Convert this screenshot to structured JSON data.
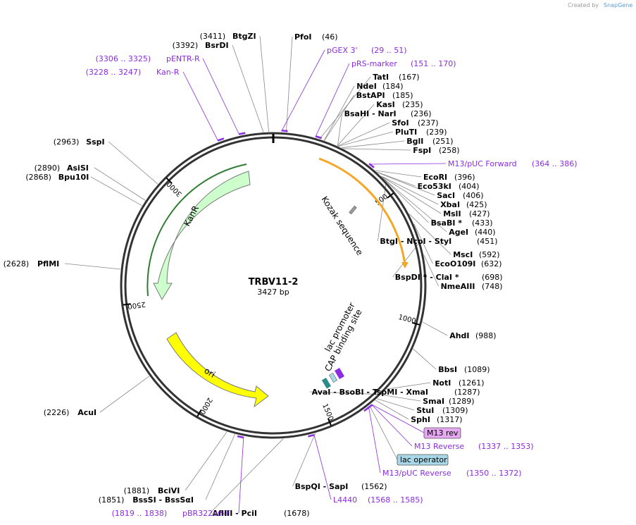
{
  "credit": {
    "prefix": "Created by",
    "brand": "SnapGene"
  },
  "plasmid": {
    "name": "TRBV11-2",
    "size": "3427 bp",
    "length": 3427
  },
  "ticks": [
    "500",
    "1000",
    "1500",
    "2000",
    "2500",
    "3000"
  ],
  "features": [
    {
      "name": "Kozak sequence",
      "color": "#9a9a9a"
    },
    {
      "name": "KanR",
      "color": "#ccffcc"
    },
    {
      "name": "ori",
      "color": "#ffff00"
    },
    {
      "name": "CAP binding site",
      "color": "#2c8c8c"
    },
    {
      "name": "lac promoter",
      "color": "#8b2be2"
    },
    {
      "name": "lac operator",
      "color": "#a8d8e8"
    }
  ],
  "insert": {
    "color": "#f5a623"
  },
  "sites": [
    {
      "pos": "(46)",
      "name": "PfoI"
    },
    {
      "pos": "(167)",
      "name": "TatI"
    },
    {
      "pos": "(184)",
      "name": "NdeI"
    },
    {
      "pos": "(185)",
      "name": "BstAPI"
    },
    {
      "pos": "(235)",
      "name": "KasI"
    },
    {
      "pos": "(236)",
      "name": "BsaHI - NarI"
    },
    {
      "pos": "(237)",
      "name": "SfoI"
    },
    {
      "pos": "(239)",
      "name": "PluTI"
    },
    {
      "pos": "(251)",
      "name": "BglI"
    },
    {
      "pos": "(258)",
      "name": "FspI"
    },
    {
      "pos": "(396)",
      "name": "EcoRI"
    },
    {
      "pos": "(404)",
      "name": "Eco53kI"
    },
    {
      "pos": "(406)",
      "name": "SacI"
    },
    {
      "pos": "(425)",
      "name": "XbaI"
    },
    {
      "pos": "(427)",
      "name": "MslI"
    },
    {
      "pos": "(433)",
      "name": "BsaBI *"
    },
    {
      "pos": "(440)",
      "name": "AgeI"
    },
    {
      "pos": "(451)",
      "name": "BtgI - NcoI - StyI"
    },
    {
      "pos": "(592)",
      "name": "MscI"
    },
    {
      "pos": "(632)",
      "name": "EcoO109I"
    },
    {
      "pos": "(698)",
      "name": "BspDI * - ClaI *"
    },
    {
      "pos": "(748)",
      "name": "NmeAIII"
    },
    {
      "pos": "(988)",
      "name": "AhdI"
    },
    {
      "pos": "(1089)",
      "name": "BbsI"
    },
    {
      "pos": "(1261)",
      "name": "NotI"
    },
    {
      "pos": "(1287)",
      "name": "AvaI - BsoBI - TspMI - XmaI"
    },
    {
      "pos": "(1289)",
      "name": "SmaI"
    },
    {
      "pos": "(1309)",
      "name": "StuI"
    },
    {
      "pos": "(1317)",
      "name": "SphI"
    },
    {
      "pos": "(1562)",
      "name": "BspQI - SapI"
    },
    {
      "pos": "(1678)",
      "name": "AflIII - PciI"
    },
    {
      "pos": "(1851)",
      "name": "BssSI - BssSαI"
    },
    {
      "pos": "(1881)",
      "name": "BciVI"
    },
    {
      "pos": "(2226)",
      "name": "AcuI"
    },
    {
      "pos": "(2628)",
      "name": "PflMI"
    },
    {
      "pos": "(2868)",
      "name": "Bpu10I"
    },
    {
      "pos": "(2890)",
      "name": "AsiSI"
    },
    {
      "pos": "(2963)",
      "name": "SspI"
    },
    {
      "pos": "(3392)",
      "name": "BsrDI"
    },
    {
      "pos": "(3411)",
      "name": "BtgZI"
    }
  ],
  "primers": [
    {
      "name": "pGEX 3'",
      "range": "(29 .. 51)"
    },
    {
      "name": "pRS-marker",
      "range": "(151 .. 170)"
    },
    {
      "name": "M13/pUC Forward",
      "range": "(364 .. 386)"
    },
    {
      "name": "M13 rev",
      "range": ""
    },
    {
      "name": "M13 Reverse",
      "range": "(1337 .. 1353)"
    },
    {
      "name": "M13/pUC Reverse",
      "range": "(1350 .. 1372)"
    },
    {
      "name": "L4440",
      "range": "(1568 .. 1585)"
    },
    {
      "name": "pBR322ori-F",
      "range": "(1819 .. 1838)"
    },
    {
      "name": "Kan-R",
      "range": "(3228 .. 3247)"
    },
    {
      "name": "pENTR-R",
      "range": "(3306 .. 3325)"
    }
  ],
  "colors": {
    "backbone": "#333333",
    "primer": "#8b2be2",
    "brand": "#5b9bd5"
  }
}
